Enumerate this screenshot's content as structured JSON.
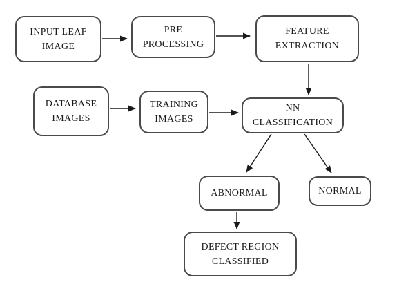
{
  "diagram": {
    "type": "flowchart",
    "background_color": "#ffffff",
    "box_border_color": "#4a4a4a",
    "arrow_color": "#1a1a1a",
    "text_color": "#1a1a1a",
    "nodes": {
      "input_leaf_image": {
        "label": "INPUT LEAF IMAGE",
        "lines": [
          "INPUT LEAF",
          "IMAGE"
        ]
      },
      "pre_processing": {
        "label": "PRE PROCESSING",
        "lines": [
          "PRE",
          "PROCESSING"
        ]
      },
      "feature_extraction": {
        "label": "FEATURE EXTRACTION",
        "lines": [
          "FEATURE",
          "EXTRACTION"
        ]
      },
      "database_images": {
        "label": "DATABASE IMAGES",
        "lines": [
          "DATABASE",
          "IMAGES"
        ]
      },
      "training_images": {
        "label": "TRAINING IMAGES",
        "lines": [
          "TRAINING",
          "IMAGES"
        ]
      },
      "nn_classification": {
        "label": "NN CLASSIFICATION",
        "lines": [
          "NN",
          "CLASSIFICATION"
        ]
      },
      "abnormal": {
        "label": "ABNORMAL",
        "lines": [
          "ABNORMAL"
        ]
      },
      "normal": {
        "label": "NORMAL",
        "lines": [
          "NORMAL"
        ]
      },
      "defect_region_classified": {
        "label": "DEFECT REGION CLASSIFIED",
        "lines": [
          "DEFECT REGION",
          "CLASSIFIED"
        ]
      }
    },
    "edges": [
      {
        "from": "input_leaf_image",
        "to": "pre_processing"
      },
      {
        "from": "pre_processing",
        "to": "feature_extraction"
      },
      {
        "from": "feature_extraction",
        "to": "nn_classification"
      },
      {
        "from": "database_images",
        "to": "training_images"
      },
      {
        "from": "training_images",
        "to": "nn_classification"
      },
      {
        "from": "nn_classification",
        "to": "abnormal"
      },
      {
        "from": "nn_classification",
        "to": "normal"
      },
      {
        "from": "abnormal",
        "to": "defect_region_classified"
      }
    ]
  }
}
